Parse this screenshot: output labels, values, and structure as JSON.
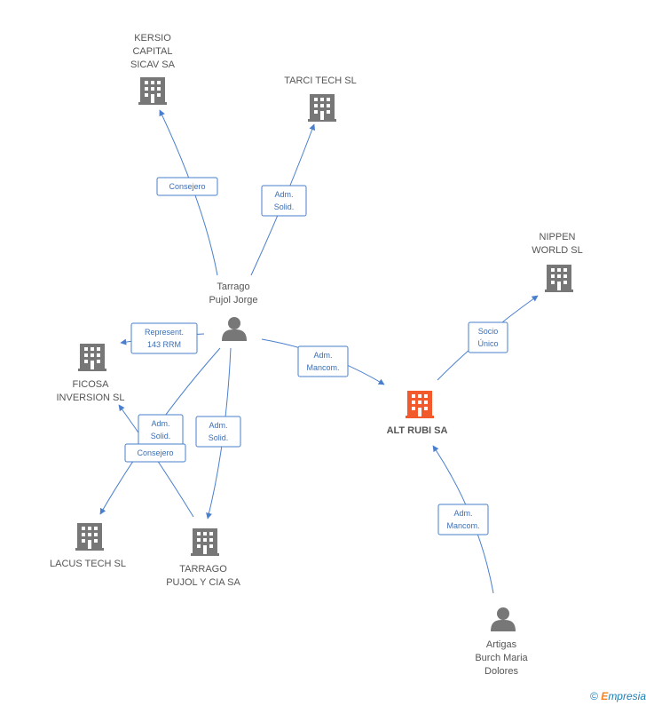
{
  "colors": {
    "company": "#777777",
    "company_main": "#f25a2c",
    "person": "#777777",
    "edge": "#4a7fce"
  },
  "nodes": [
    {
      "id": "kersio",
      "kind": "company",
      "lines": [
        "KERSIO",
        "CAPITAL",
        "SICAV SA"
      ]
    },
    {
      "id": "tarci",
      "kind": "company",
      "lines": [
        "TARCI TECH SL"
      ]
    },
    {
      "id": "nippen",
      "kind": "company",
      "lines": [
        "NIPPEN",
        "WORLD SL"
      ]
    },
    {
      "id": "tarrago_jorge",
      "kind": "person",
      "lines": [
        "Tarrago",
        "Pujol Jorge"
      ]
    },
    {
      "id": "ficosa",
      "kind": "company",
      "lines": [
        "FICOSA",
        "INVERSION SL"
      ]
    },
    {
      "id": "altrubi",
      "kind": "company_main",
      "lines": [
        "ALT RUBI SA"
      ]
    },
    {
      "id": "lacus",
      "kind": "company",
      "lines": [
        "LACUS TECH SL"
      ]
    },
    {
      "id": "tarrago_cia",
      "kind": "company",
      "lines": [
        "TARRAGO",
        "PUJOL Y CIA SA"
      ]
    },
    {
      "id": "artigas",
      "kind": "person",
      "lines": [
        "Artigas",
        "Burch Maria",
        "Dolores"
      ]
    }
  ],
  "edges": [
    {
      "from": "tarrago_jorge",
      "to": "kersio",
      "label": [
        "Consejero"
      ]
    },
    {
      "from": "tarrago_jorge",
      "to": "tarci",
      "label": [
        "Adm.",
        "Solid."
      ]
    },
    {
      "from": "tarrago_jorge",
      "to": "ficosa",
      "label": [
        "Represent.",
        "143 RRM"
      ]
    },
    {
      "from": "tarrago_jorge",
      "to": "altrubi",
      "label": [
        "Adm.",
        "Mancom."
      ]
    },
    {
      "from": "altrubi",
      "to": "nippen",
      "label": [
        "Socio",
        "Único"
      ]
    },
    {
      "from": "tarrago_jorge",
      "to": "lacus",
      "label": [
        "Adm.",
        "Solid."
      ]
    },
    {
      "from": "tarrago_jorge",
      "to": "tarrago_cia",
      "label": [
        "Adm.",
        "Solid."
      ]
    },
    {
      "from": "tarrago_cia",
      "to": "ficosa",
      "label": [
        "Consejero"
      ]
    },
    {
      "from": "artigas",
      "to": "altrubi",
      "label": [
        "Adm.",
        "Mancom."
      ]
    }
  ],
  "brand": {
    "copyright": "©",
    "e": "E",
    "rest": "mpresia"
  }
}
